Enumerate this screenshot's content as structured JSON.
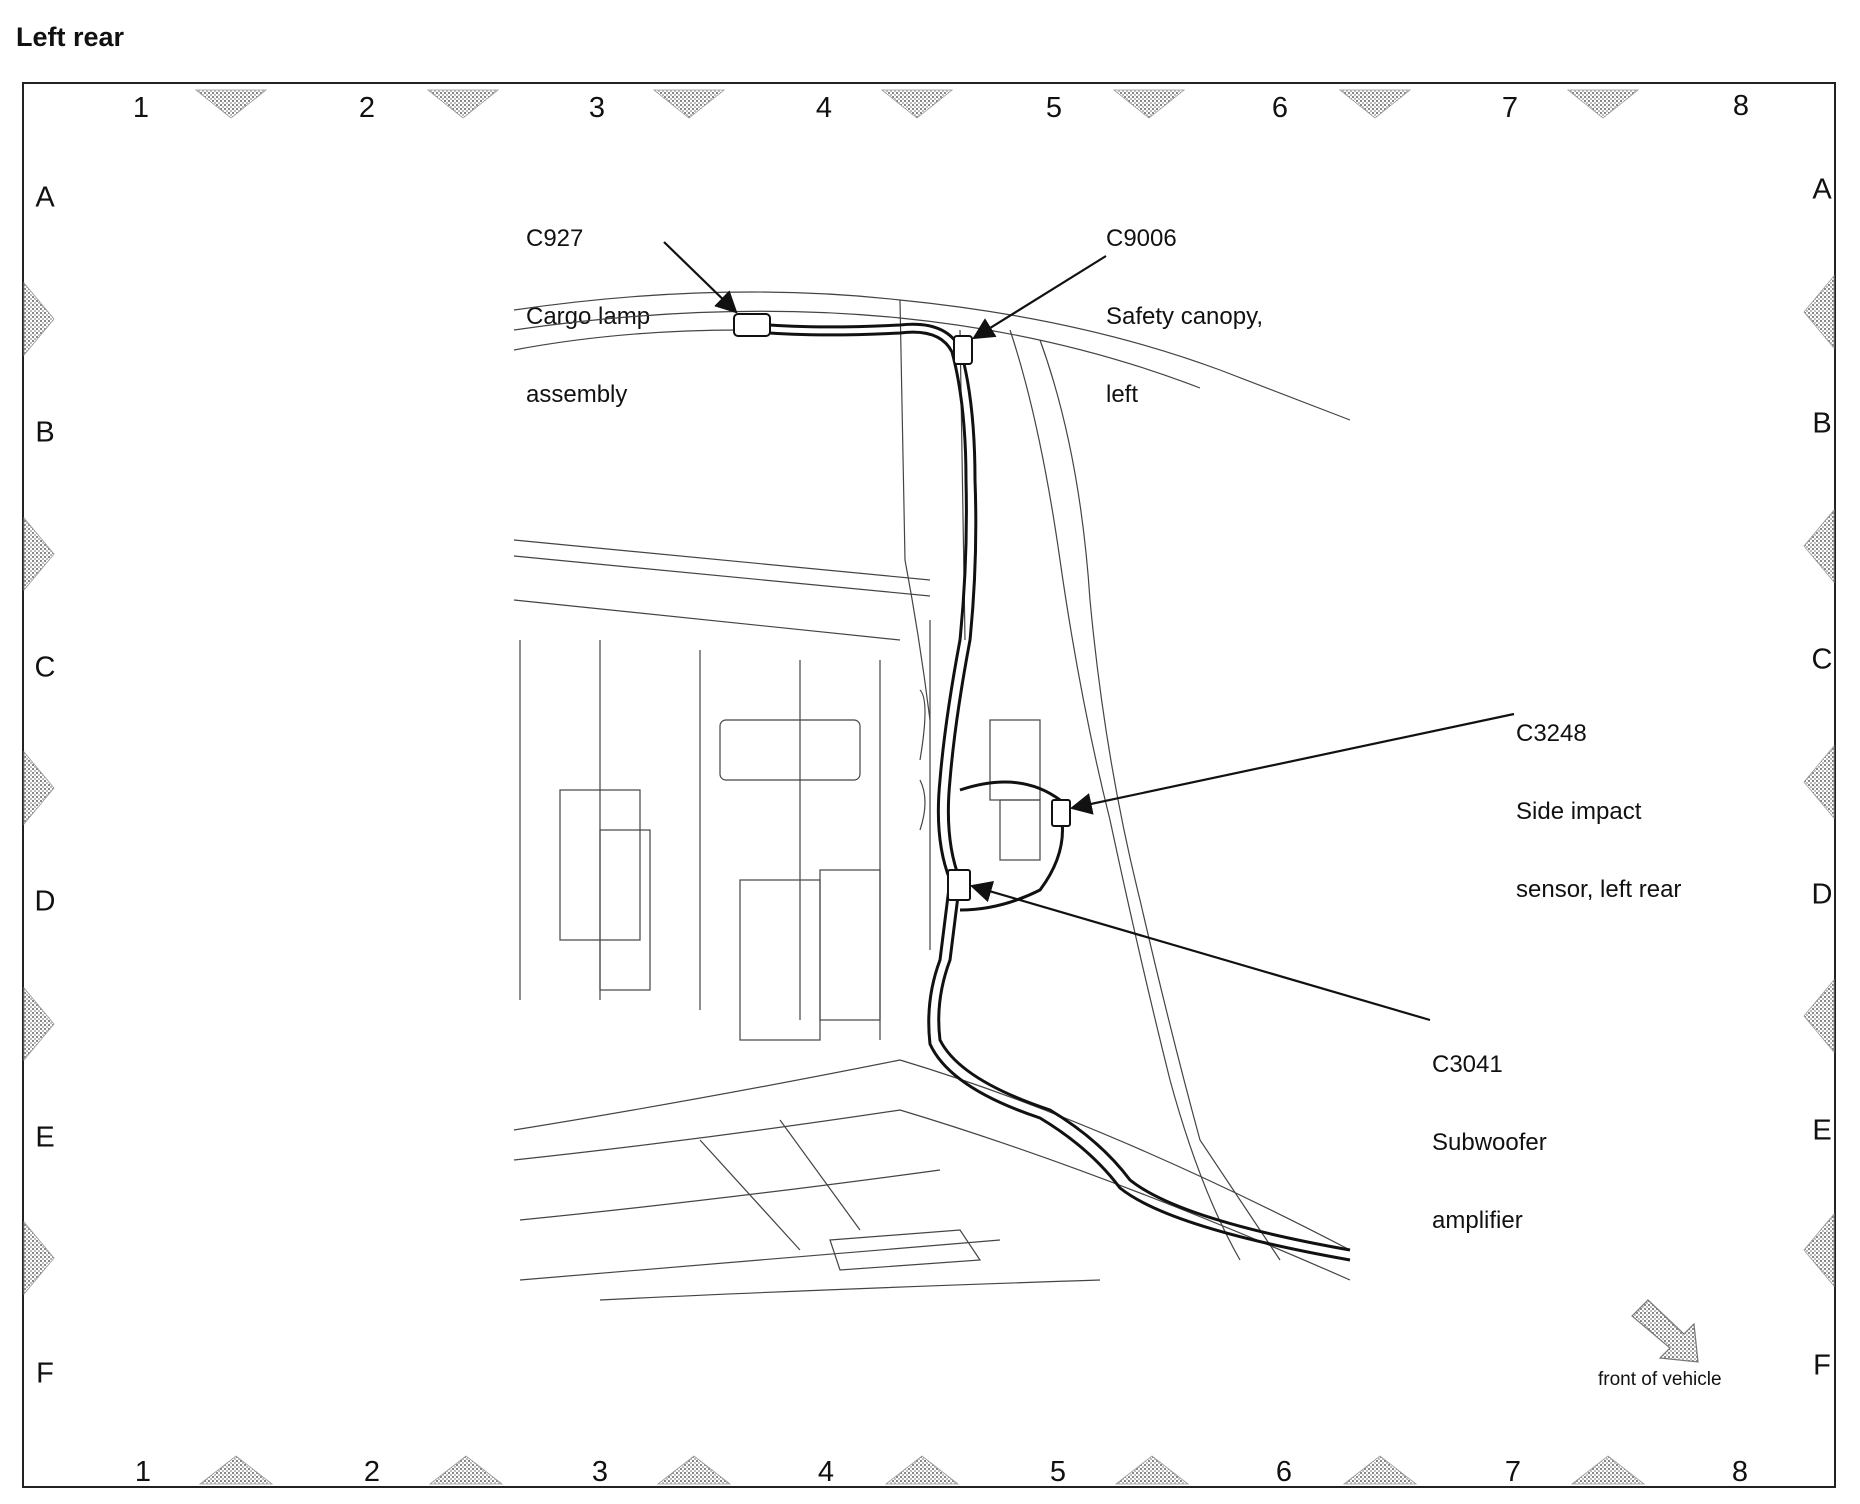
{
  "title": "Left rear",
  "grid": {
    "columns": [
      "1",
      "2",
      "3",
      "4",
      "5",
      "6",
      "7",
      "8"
    ],
    "rows": [
      "A",
      "B",
      "C",
      "D",
      "E",
      "F"
    ]
  },
  "callouts": [
    {
      "code": "C927",
      "lines": [
        "Cargo lamp",
        "assembly"
      ]
    },
    {
      "code": "C9006",
      "lines": [
        "Safety canopy,",
        "left"
      ]
    },
    {
      "code": "C3248",
      "lines": [
        "Side impact",
        "sensor, left rear"
      ]
    },
    {
      "code": "C3041",
      "lines": [
        "Subwoofer",
        "amplifier"
      ]
    }
  ],
  "orientation_label": "front of vehicle"
}
